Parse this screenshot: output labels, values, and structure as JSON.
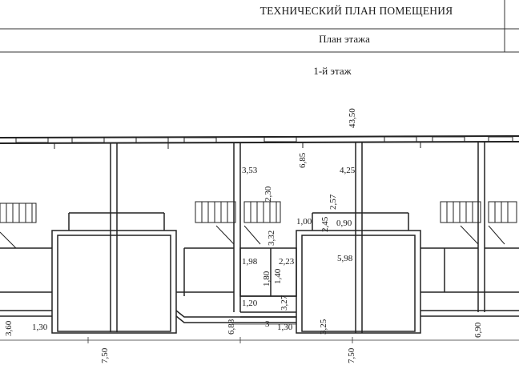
{
  "header": {
    "title": "ТЕХНИЧЕСКИЙ ПЛАН ПОМЕЩЕНИЯ",
    "subtitle": "План этажа",
    "floor_label": "1-й этаж"
  },
  "dimensions": {
    "d_43_50": "43,50",
    "d_6_85": "6,85",
    "d_3_53": "3,53",
    "d_4_25": "4,25",
    "d_2_30": "2,30",
    "d_2_57": "2,57",
    "d_1_00": "1,00",
    "d_2_45": "2,45",
    "d_0_90": "0,90",
    "d_3_32": "3,32",
    "d_1_98": "1,98",
    "d_2_23": "2,23",
    "d_5_98": "5,98",
    "d_1_80": "1,80",
    "d_1_40": "1,40",
    "d_1_20": "1,20",
    "d_3_27": "3,27",
    "d_3_60": "3,60",
    "d_1_30_left": "1,30",
    "d_6_88": "6,88",
    "d_3": "3",
    "d_1_30_mid": "1,30",
    "d_3_25": "3,25",
    "d_7_50_left": "7,50",
    "d_7_50_mid": "7,50",
    "d_6_90": "6,90"
  }
}
